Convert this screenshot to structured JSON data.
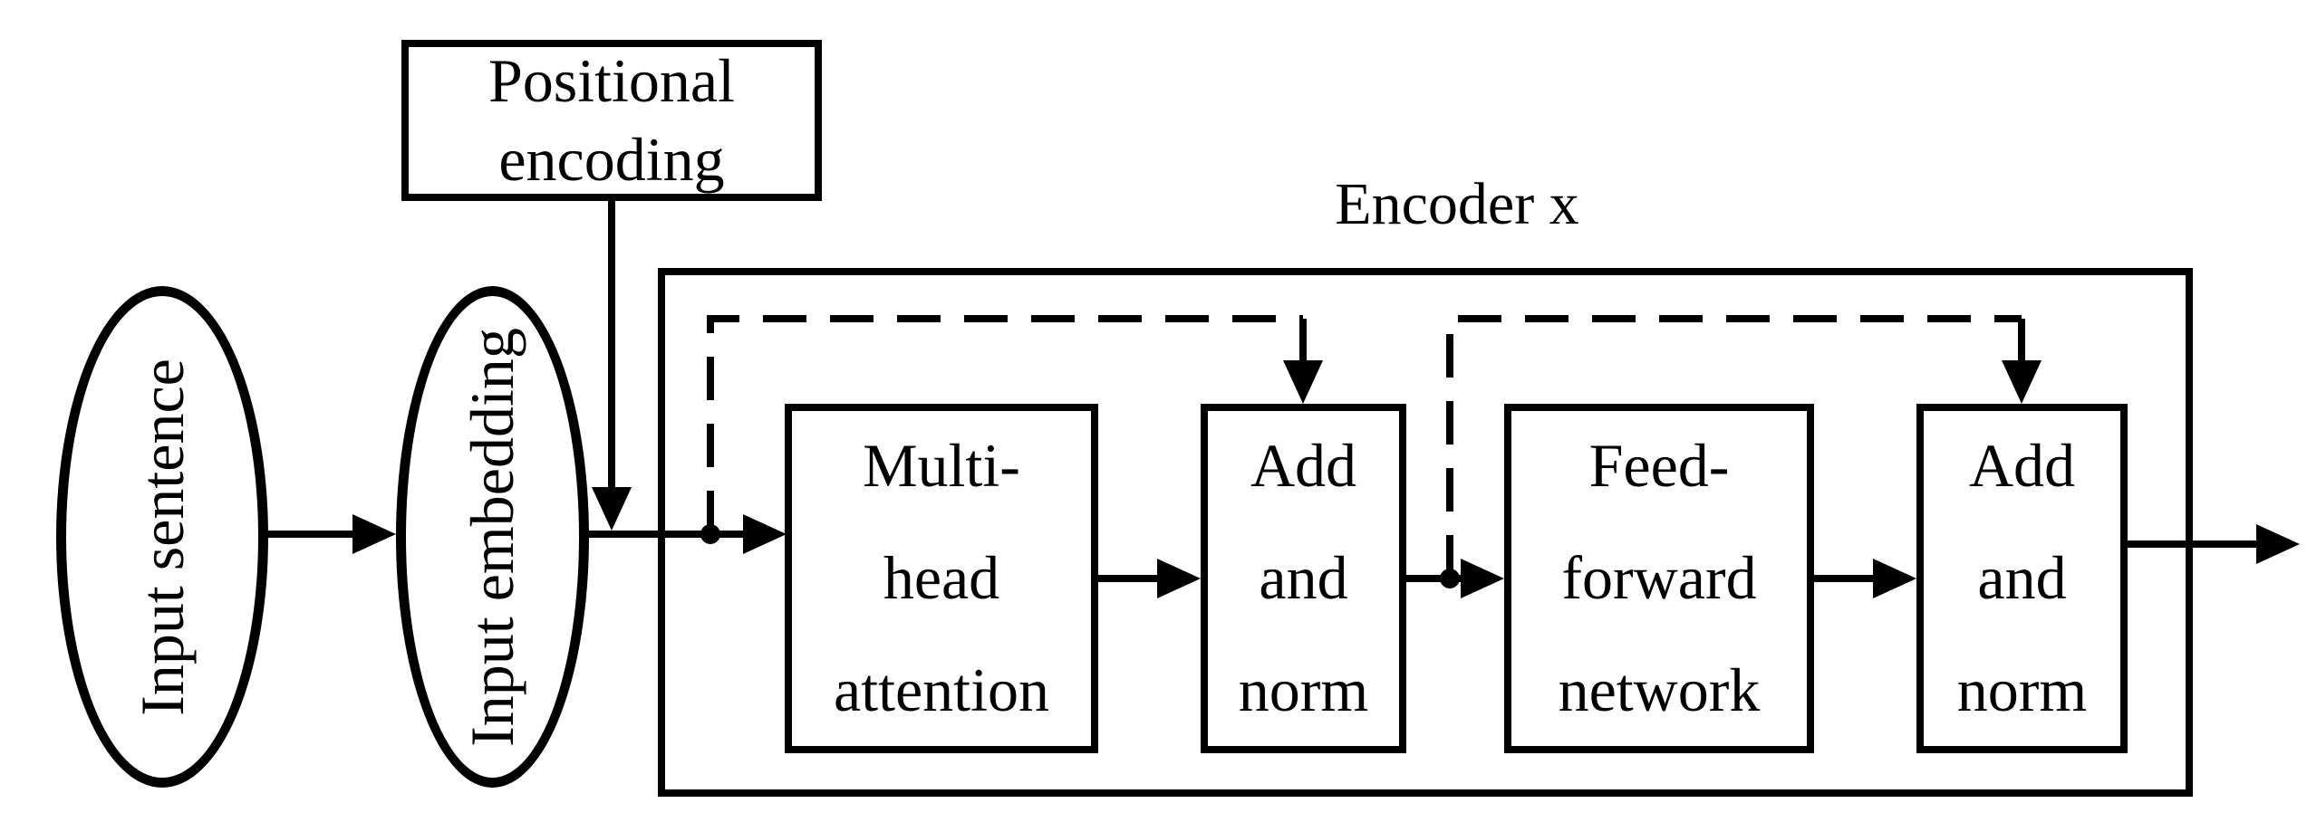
{
  "title": {
    "label": "Encoder x"
  },
  "colors": {
    "stroke": "#000000",
    "background": "#ffffff",
    "text": "#000000"
  },
  "nodes": {
    "input_sentence": {
      "shape": "ellipse",
      "label": "Input sentence"
    },
    "input_embedding": {
      "shape": "ellipse",
      "label": "Input embedding"
    },
    "positional_encoding": {
      "shape": "rect",
      "lines": [
        "Positional",
        "encoding"
      ]
    },
    "multi_head_attention": {
      "shape": "rect",
      "lines": [
        "Multi-",
        "head",
        "attention"
      ]
    },
    "add_and_norm_1": {
      "shape": "rect",
      "lines": [
        "Add",
        "and",
        "norm"
      ]
    },
    "feed_forward_network": {
      "shape": "rect",
      "lines": [
        "Feed-",
        "forward",
        "network"
      ]
    },
    "add_and_norm_2": {
      "shape": "rect",
      "lines": [
        "Add",
        "and",
        "norm"
      ]
    }
  },
  "container": {
    "label": "Encoder x",
    "children": [
      "multi_head_attention",
      "add_and_norm_1",
      "feed_forward_network",
      "add_and_norm_2"
    ]
  },
  "edges": [
    {
      "from": "input_sentence",
      "to": "input_embedding",
      "style": "solid"
    },
    {
      "from": "input_embedding",
      "to": "multi_head_attention",
      "style": "solid"
    },
    {
      "from": "positional_encoding",
      "to": "encoder_input_line",
      "style": "solid"
    },
    {
      "from": "multi_head_attention",
      "to": "add_and_norm_1",
      "style": "solid"
    },
    {
      "from": "add_and_norm_1",
      "to": "feed_forward_network",
      "style": "solid"
    },
    {
      "from": "feed_forward_network",
      "to": "add_and_norm_2",
      "style": "solid"
    },
    {
      "from": "add_and_norm_2",
      "to": "output",
      "style": "solid"
    },
    {
      "from": "encoder_input_line",
      "to": "add_and_norm_1",
      "style": "dashed",
      "kind": "residual"
    },
    {
      "from": "add_and_norm_1_output",
      "to": "add_and_norm_2",
      "style": "dashed",
      "kind": "residual"
    }
  ]
}
